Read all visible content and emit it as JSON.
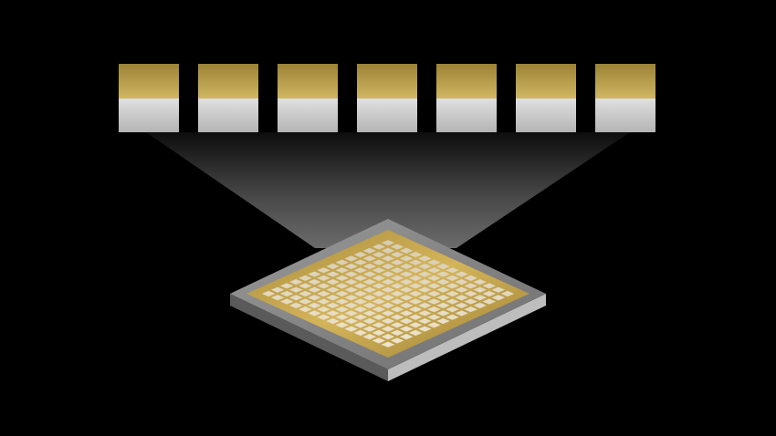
{
  "illustration": {
    "background_color": "#000000",
    "tile_count": 7,
    "tile_gold_color": "#b59a45",
    "tile_silver_color": "#c9c9c9",
    "chip_grid_rows": 14,
    "chip_grid_cols": 14,
    "beam_color": "#ffffff"
  }
}
